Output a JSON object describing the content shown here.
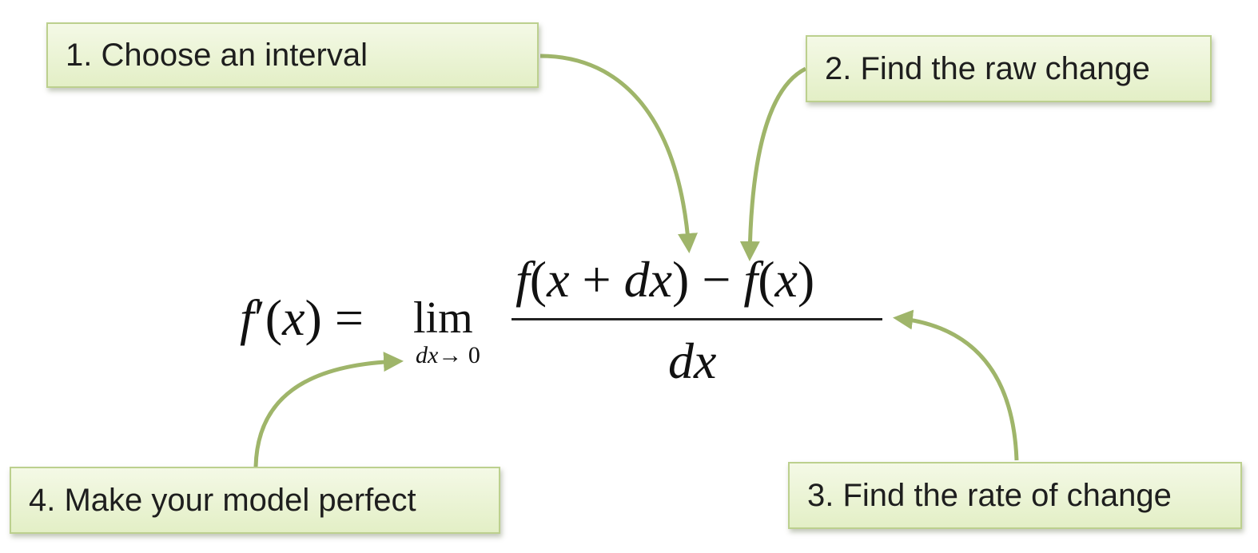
{
  "callouts": {
    "step1": "1. Choose an interval",
    "step2": "2. Find the raw change",
    "step3": "3. Find the rate of change",
    "step4": "4. Make your model perfect"
  },
  "formula": {
    "lhs_f": "f",
    "lhs_prime_arg": "′(",
    "lhs_x": "x",
    "lhs_close_eq": ") =",
    "lim": "lim",
    "lim_sub_dx": "dx",
    "lim_sub_arrow": "→ 0",
    "num_f1": "f",
    "num_paren1": "(",
    "num_x": "x",
    "num_plus": " + ",
    "num_dx": "dx",
    "num_close_minus": ") − ",
    "num_f2": "f",
    "num_paren2": "(",
    "num_x2": "x",
    "num_close": ")",
    "denominator": "dx"
  },
  "colors": {
    "arrow": "#9fb56a",
    "callout_border": "#bcd08e",
    "callout_fill": "#e8f2cf"
  }
}
